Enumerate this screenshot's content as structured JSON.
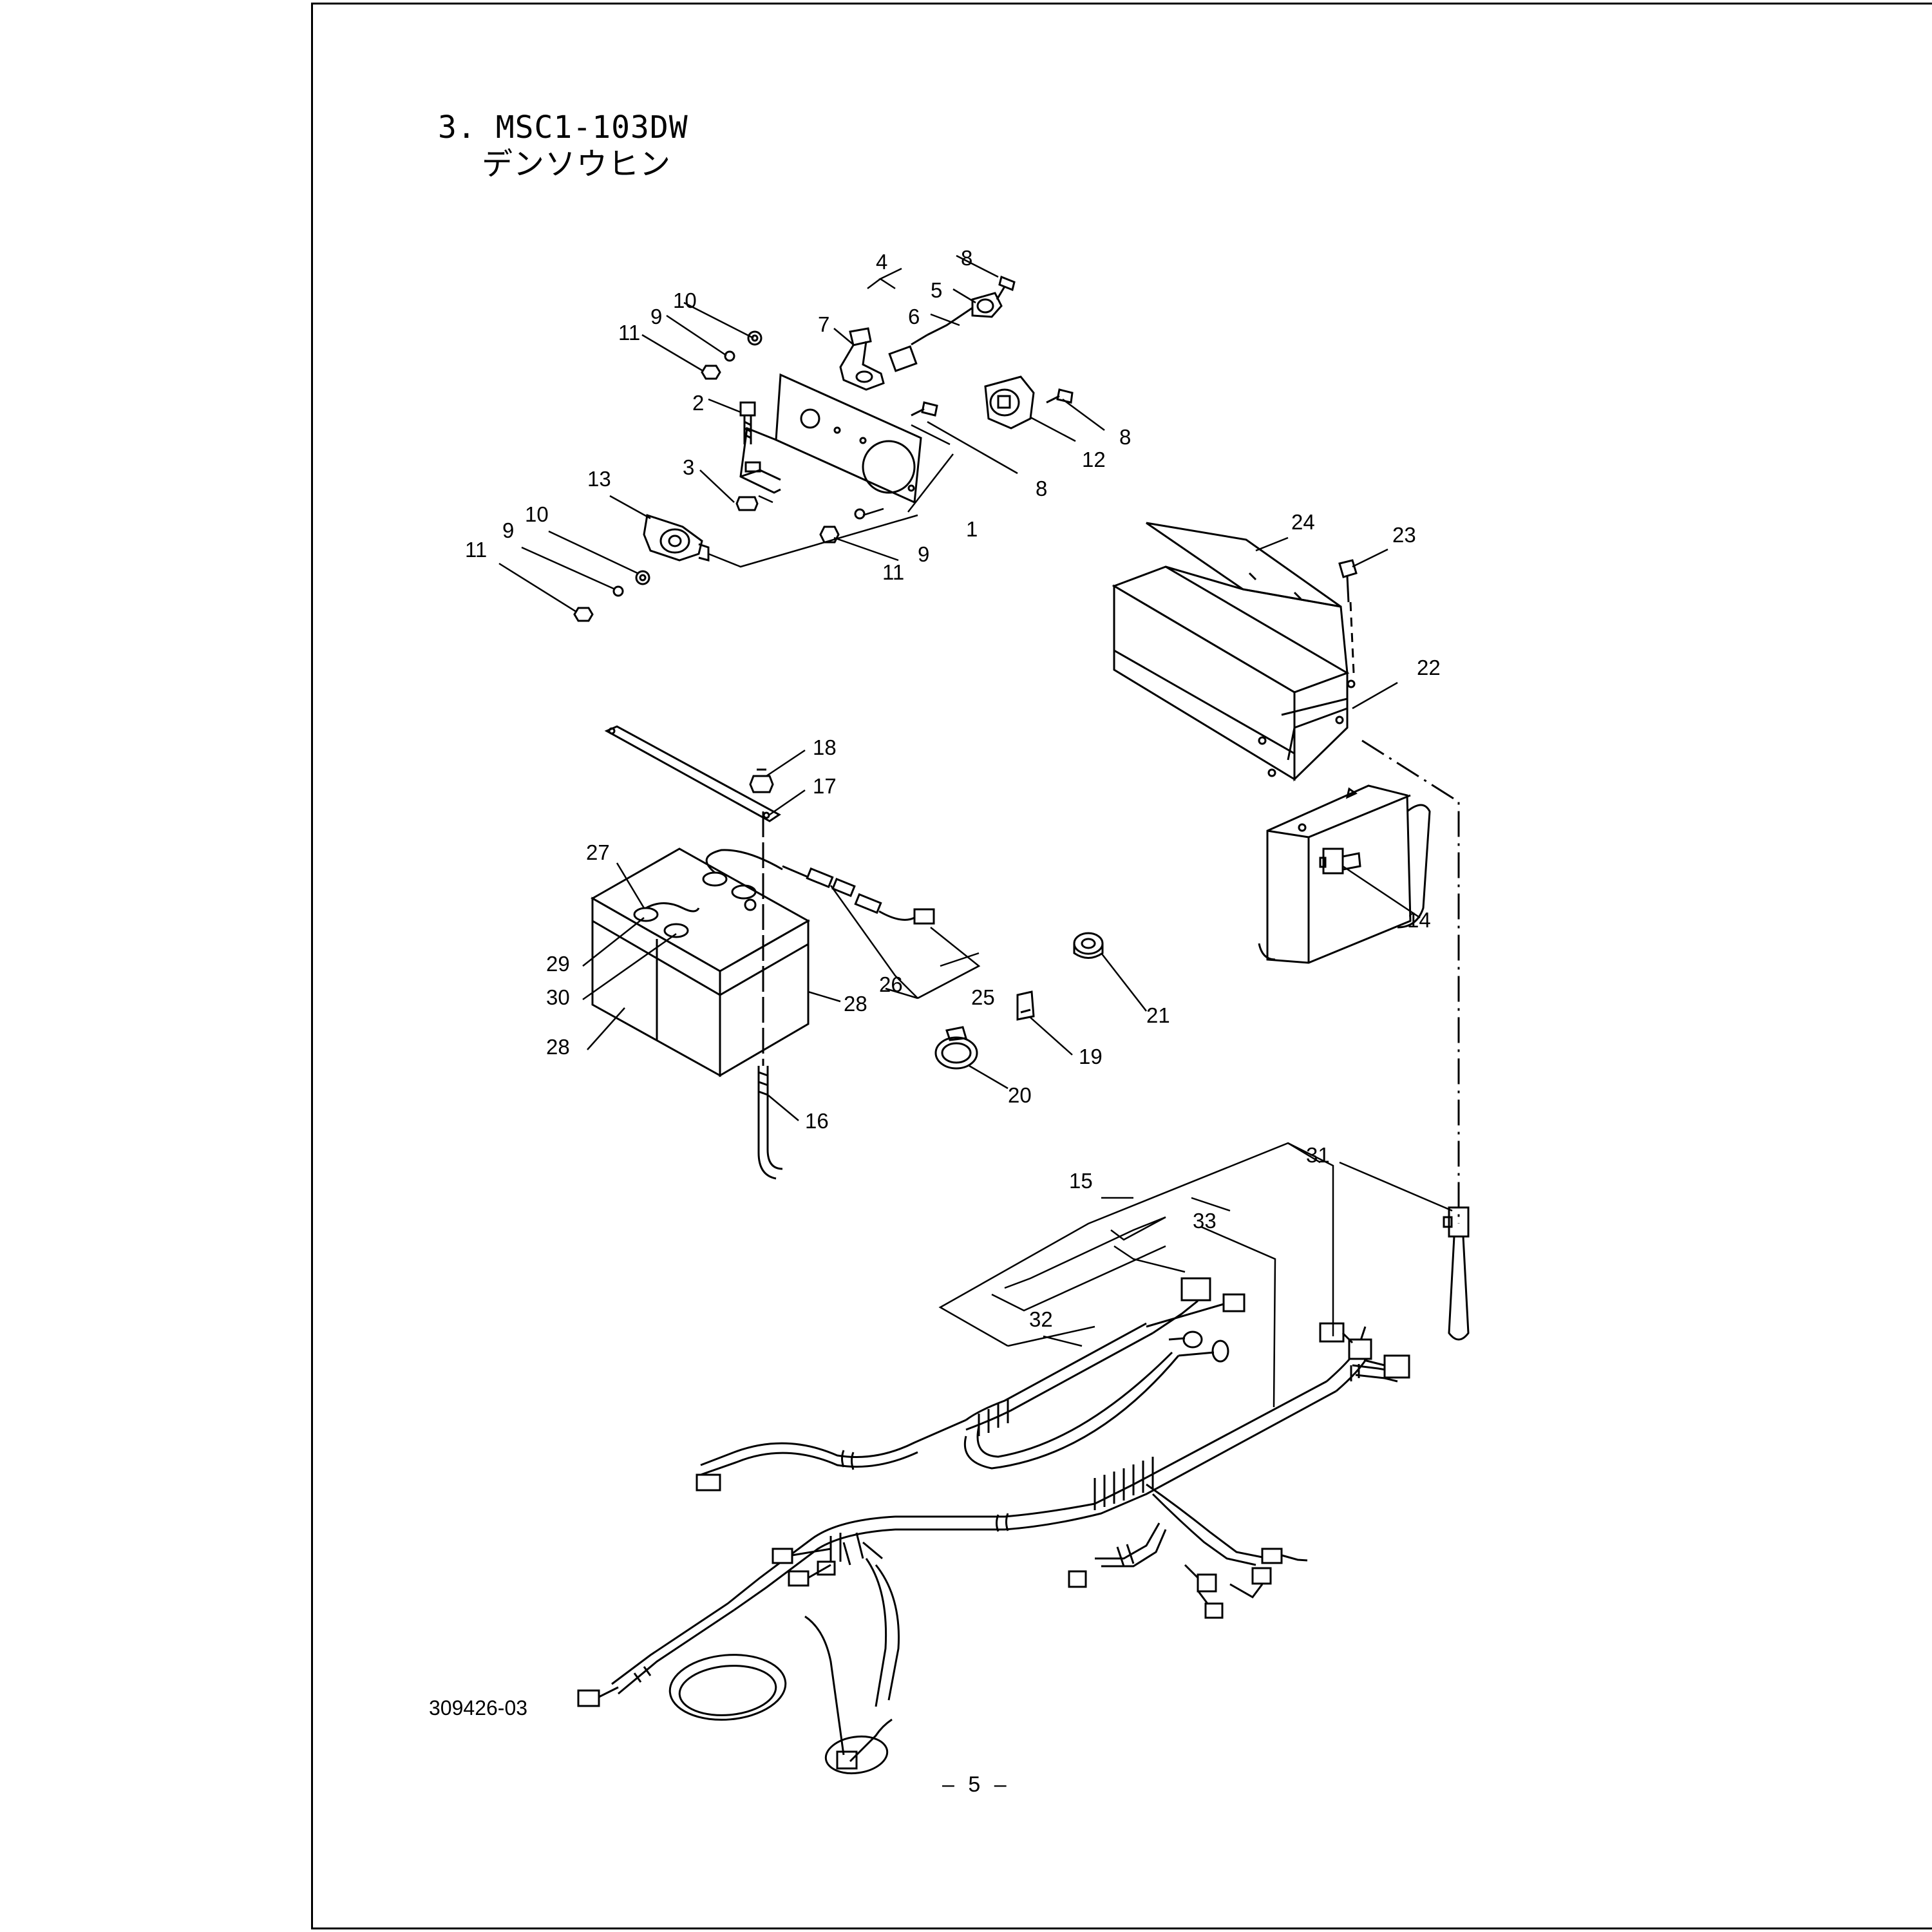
{
  "header": {
    "title": "3. MSC1-103DW",
    "subtitle": "デンソウヒン"
  },
  "footer": {
    "drawing_number": "309426-03",
    "page_number": "– 5 –"
  },
  "callouts": [
    "1",
    "2",
    "3",
    "4",
    "5",
    "6",
    "7",
    "8",
    "8",
    "8",
    "9",
    "9",
    "9",
    "10",
    "10",
    "11",
    "11",
    "11",
    "12",
    "13",
    "14",
    "15",
    "16",
    "17",
    "18",
    "19",
    "20",
    "21",
    "22",
    "23",
    "24",
    "25",
    "26",
    "27",
    "28",
    "28",
    "29",
    "30",
    "31",
    "32",
    "33"
  ]
}
